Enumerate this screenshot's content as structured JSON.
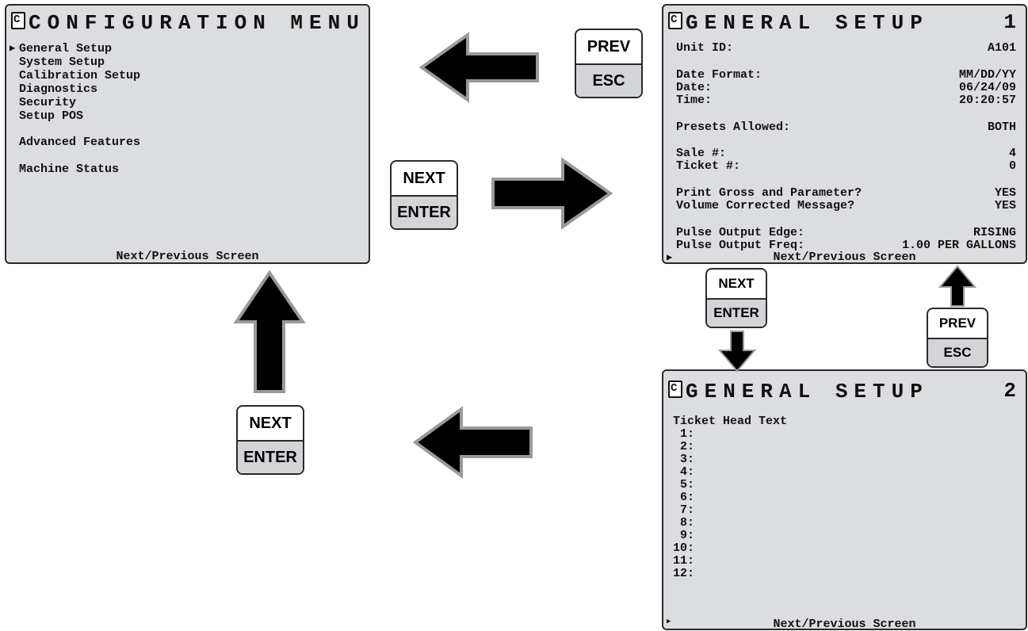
{
  "config_menu": {
    "title": "CONFIGURATION MENU",
    "items": [
      "General Setup",
      "System Setup",
      "Calibration Setup",
      "Diagnostics",
      "Security",
      "Setup POS"
    ],
    "advanced": "Advanced Features",
    "status": "Machine Status",
    "footer": "Next/Previous Screen"
  },
  "general_setup_1": {
    "title": "GENERAL SETUP",
    "page": "1",
    "unit_id_label": "Unit ID:",
    "unit_id": "A101",
    "date_format_label": "Date Format:",
    "date_format": "MM/DD/YY",
    "date_label": "Date:",
    "date": "06/24/09",
    "time_label": "Time:",
    "time": "20:20:57",
    "presets_label": "Presets Allowed:",
    "presets": "BOTH",
    "sale_label": "Sale #:",
    "sale": "4",
    "ticket_label": "Ticket #:",
    "ticket": "0",
    "print_gross_label": "Print Gross and Parameter?",
    "print_gross": "YES",
    "volume_label": "Volume Corrected Message?",
    "volume": "YES",
    "pulse_edge_label": "Pulse Output Edge:",
    "pulse_edge": "RISING",
    "pulse_freq_label": "Pulse Output Freq:",
    "pulse_freq": "1.00 PER GALLONS",
    "footer": "Next/Previous Screen"
  },
  "general_setup_2": {
    "title": "GENERAL SETUP",
    "page": "2",
    "heading": "Ticket Head Text",
    "lines": [
      " 1:",
      " 2:",
      " 3:",
      " 4:",
      " 5:",
      " 6:",
      " 7:",
      " 8:",
      " 9:",
      "10:",
      "11:",
      "12:"
    ],
    "footer": "Next/Previous Screen"
  },
  "keys": {
    "next": "NEXT",
    "enter": "ENTER",
    "prev": "PREV",
    "esc": "ESC"
  },
  "colors": {
    "screen_bg": "#dcdde0",
    "key_bottom_bg": "#d3d4d7",
    "arrow_fill": "#000000",
    "arrow_outline": "#9a9a9a"
  }
}
